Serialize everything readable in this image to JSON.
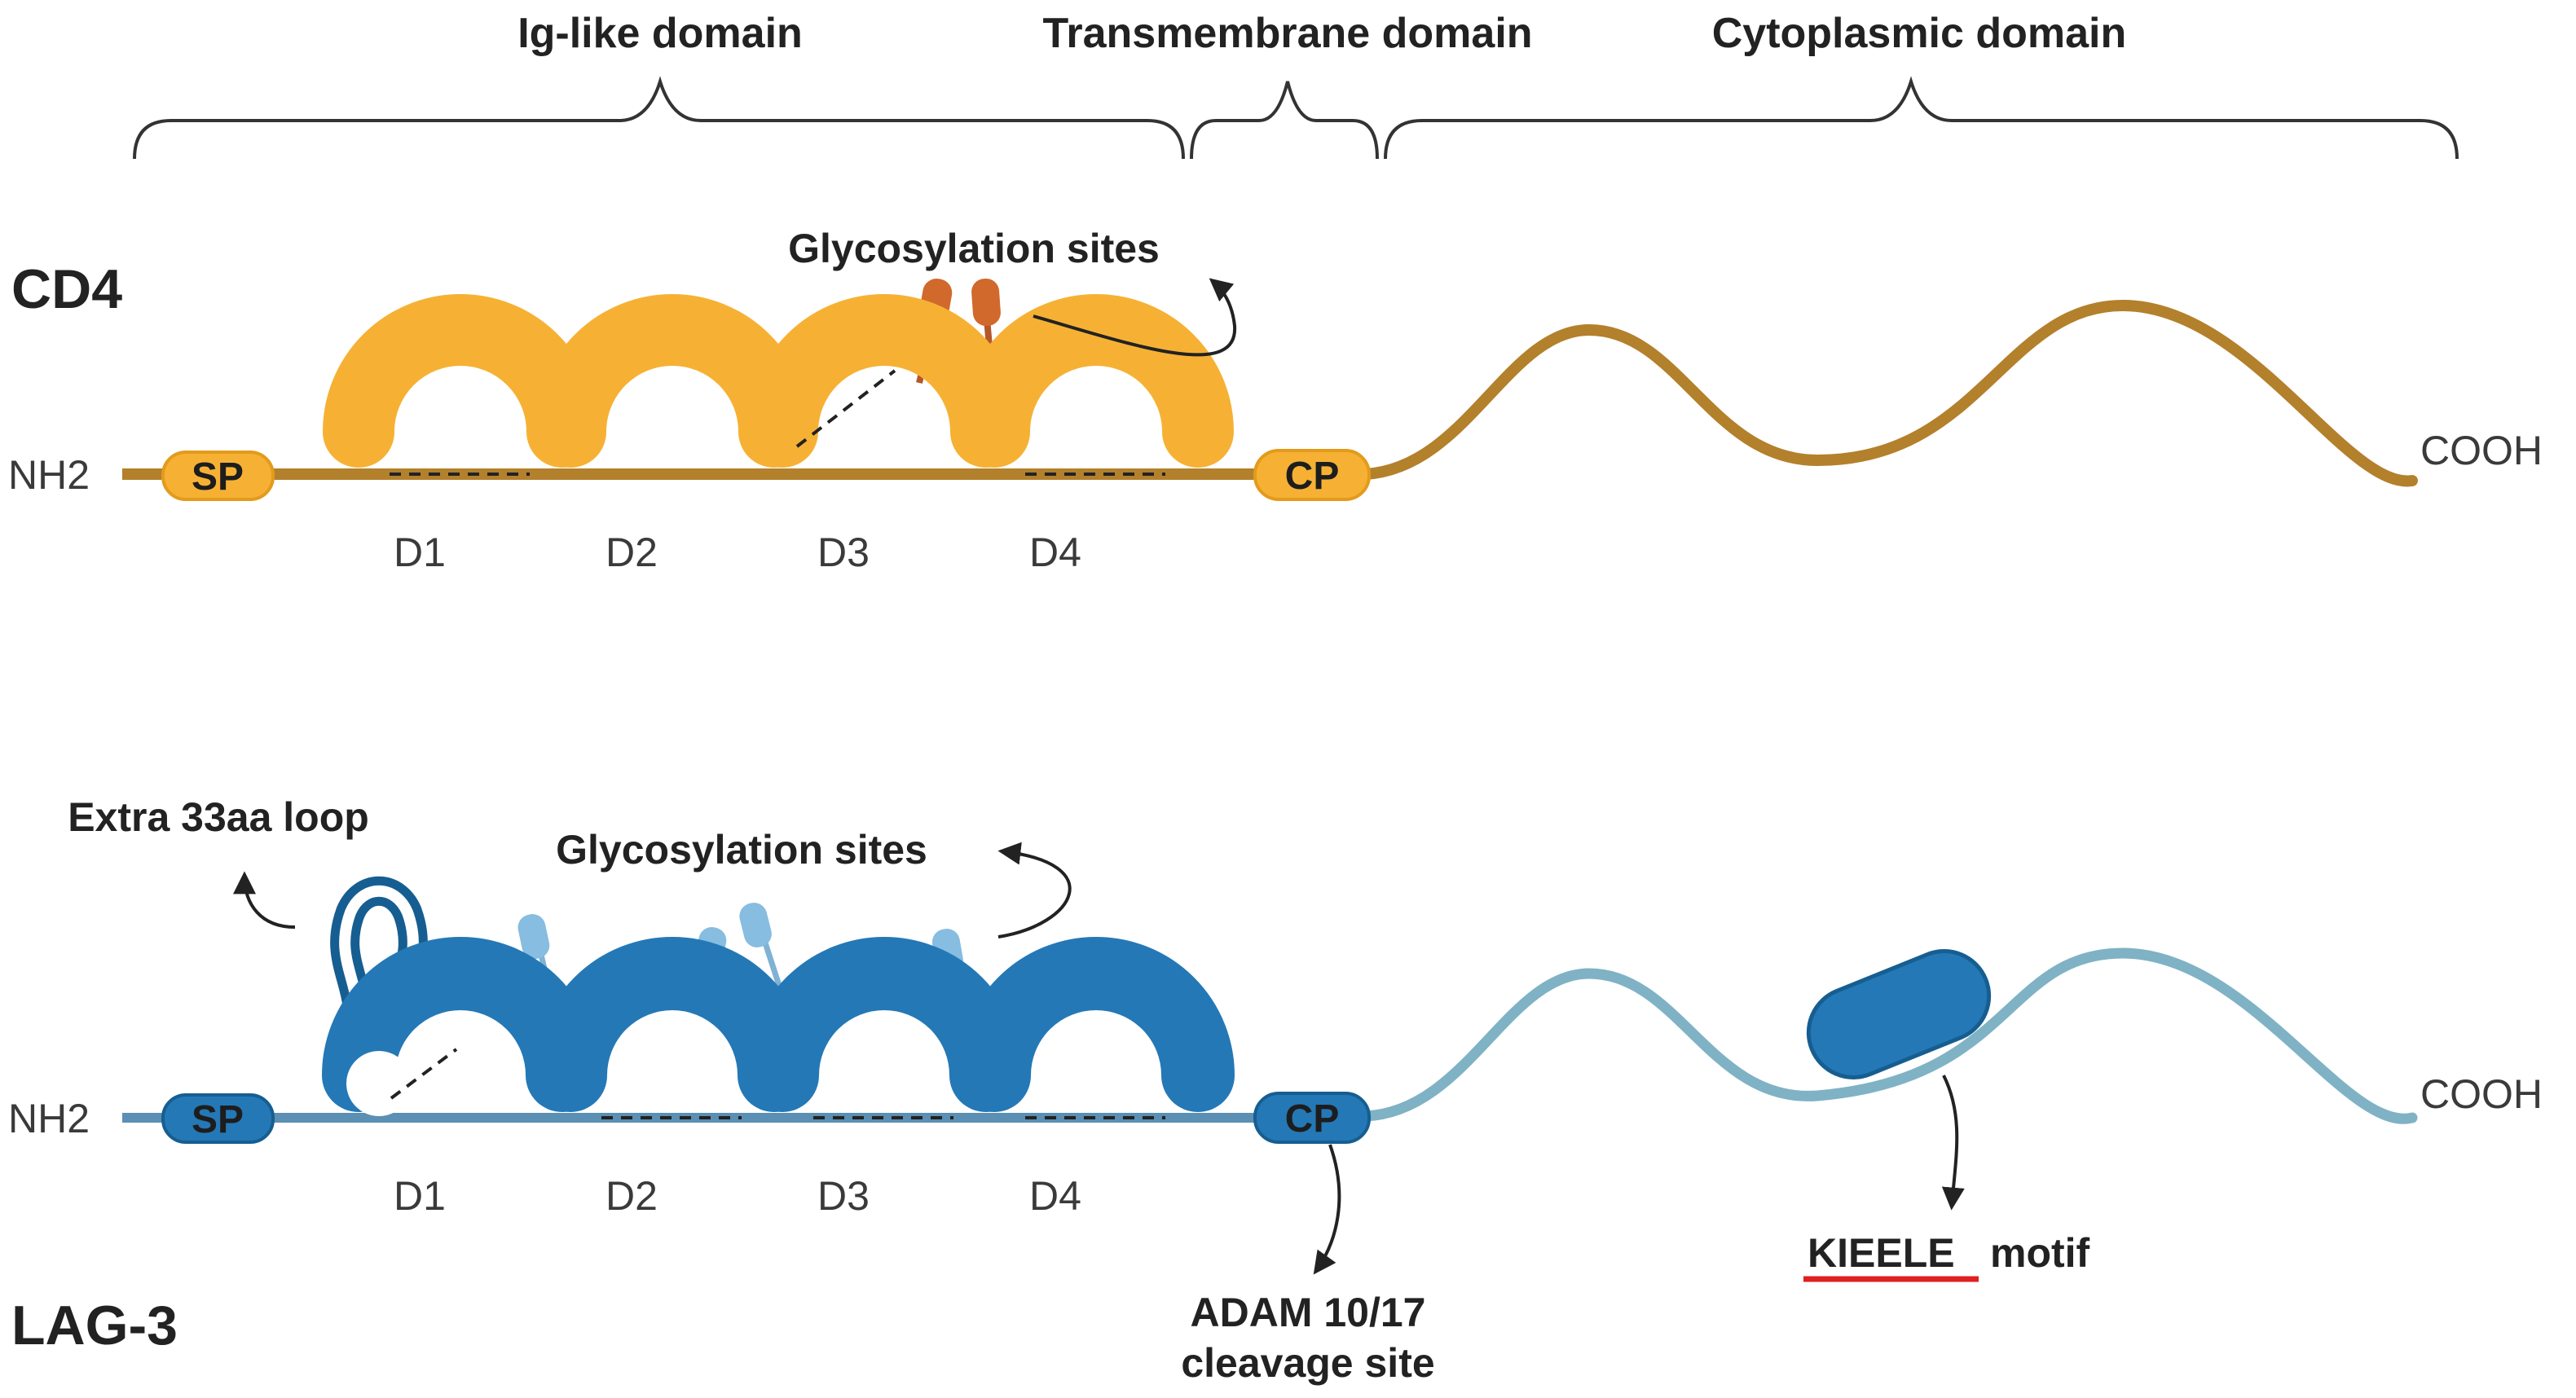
{
  "header": {
    "ig_like": "Ig-like domain",
    "transmembrane": "Transmembrane domain",
    "cytoplasmic": "Cytoplasmic domain"
  },
  "cd4": {
    "name": "CD4",
    "nh2": "NH2",
    "sp": "SP",
    "cp": "CP",
    "cooh": "COOH",
    "glycosylation": "Glycosylation sites",
    "domains": [
      "D1",
      "D2",
      "D3",
      "D4"
    ],
    "colors": {
      "domain": "#f6b134",
      "domain_edge": "#e39b1b",
      "backbone": "#b3802c",
      "glyco": "#d0692b"
    }
  },
  "lag3": {
    "name": "LAG-3",
    "nh2": "NH2",
    "sp": "SP",
    "cp": "CP",
    "cooh": "COOH",
    "glycosylation": "Glycosylation sites",
    "extra_loop": "Extra 33aa loop",
    "adam_line1": "ADAM 10/17",
    "adam_line2": "cleavage site",
    "kieele": "KIEELE",
    "motif": "motif",
    "domains": [
      "D1",
      "D2",
      "D3",
      "D4"
    ],
    "colors": {
      "domain": "#2478b6",
      "domain_edge": "#165e91",
      "backbone": "#7fb2c4",
      "stem": "#5b8fb3",
      "glyco": "#86bde0",
      "underline": "#e02020"
    }
  }
}
